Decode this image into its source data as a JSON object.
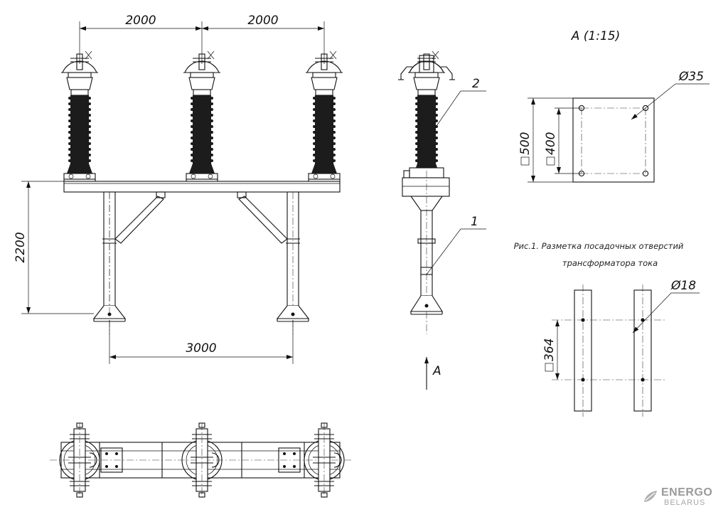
{
  "front_view": {
    "dim_spacing_left": "2000",
    "dim_spacing_right": "2000",
    "dim_height": "2200",
    "dim_base": "3000"
  },
  "side_view": {
    "callout_1": "1",
    "callout_2": "2",
    "view_arrow_label": "А"
  },
  "detail_a": {
    "title": "А (1:15)",
    "hole_dia": "Ø35",
    "outer_size": "500",
    "inner_size": "400"
  },
  "figure_1": {
    "caption_line1": "Рис.1. Разметка посадочных отверстий",
    "caption_line2": "трансформатора тока",
    "hole_dia": "Ø18",
    "spacing": "364"
  },
  "logo": {
    "line1": "ENERGO",
    "line2": "BELARUS"
  }
}
